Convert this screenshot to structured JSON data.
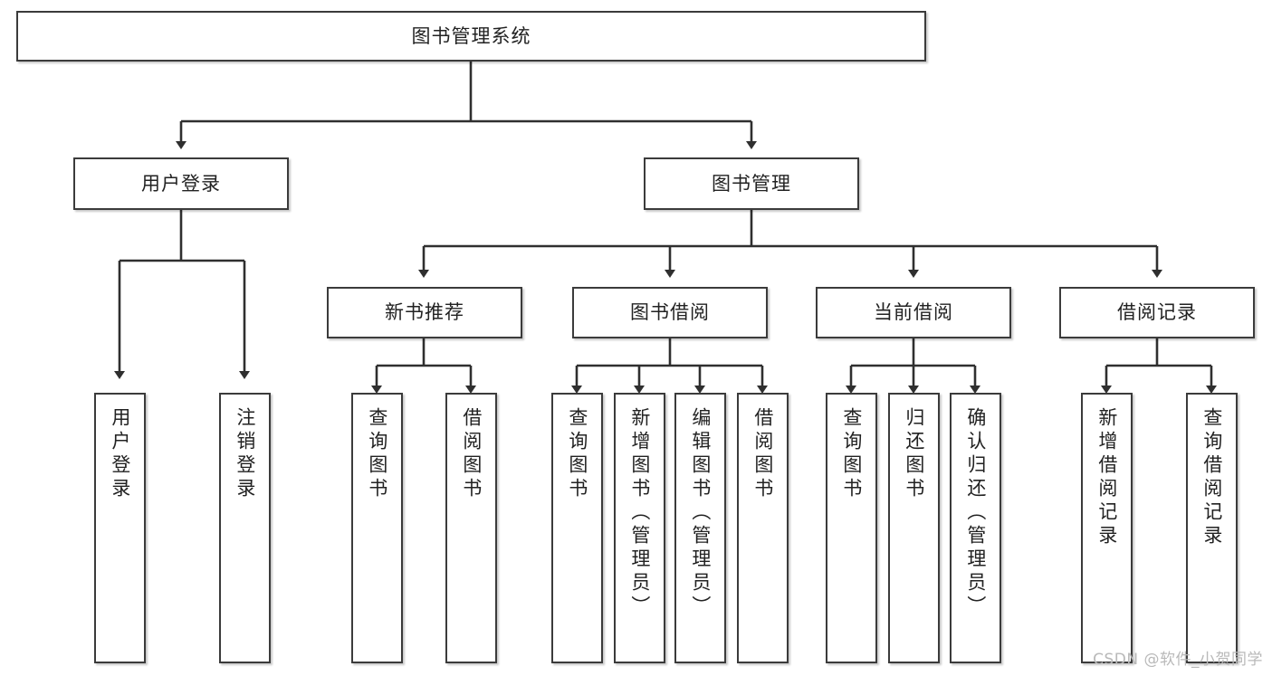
{
  "diagram": {
    "title": "图书管理系统",
    "watermark": "CSDN @软件_小贺同学",
    "colors": {
      "border": "#3b3b3b",
      "background": "#ffffff",
      "text": "#222222",
      "wire": "#2f2f2f",
      "watermark": "#b9b9b9"
    },
    "root": {
      "label": "图书管理系统"
    },
    "level2": [
      {
        "id": "user-login",
        "label": "用户登录"
      },
      {
        "id": "book-manage",
        "label": "图书管理"
      }
    ],
    "level3": [
      {
        "id": "new-book-recommend",
        "label": "新书推荐"
      },
      {
        "id": "book-borrow",
        "label": "图书借阅"
      },
      {
        "id": "current-borrow",
        "label": "当前借阅"
      },
      {
        "id": "borrow-record",
        "label": "借阅记录"
      }
    ],
    "leaves": {
      "user_login": [
        {
          "id": "leaf-user-login",
          "label": "用户登录"
        },
        {
          "id": "leaf-logout-login",
          "label": "注销登录"
        }
      ],
      "new_book_recommend": [
        {
          "id": "leaf-query-book-1",
          "label": "查询图书"
        },
        {
          "id": "leaf-borrow-book-1",
          "label": "借阅图书"
        }
      ],
      "book_borrow": [
        {
          "id": "leaf-query-book-2",
          "label": "查询图书"
        },
        {
          "id": "leaf-add-book",
          "label": "新增图书（管理员）"
        },
        {
          "id": "leaf-edit-book",
          "label": "编辑图书（管理员）"
        },
        {
          "id": "leaf-borrow-book-2",
          "label": "借阅图书"
        }
      ],
      "current_borrow": [
        {
          "id": "leaf-query-book-3",
          "label": "查询图书"
        },
        {
          "id": "leaf-return-book",
          "label": "归还图书"
        },
        {
          "id": "leaf-confirm-return",
          "label": "确认归还（管理员）"
        }
      ],
      "borrow_record": [
        {
          "id": "leaf-add-record",
          "label": "新增借阅记录"
        },
        {
          "id": "leaf-query-record",
          "label": "查询借阅记录"
        }
      ]
    }
  }
}
